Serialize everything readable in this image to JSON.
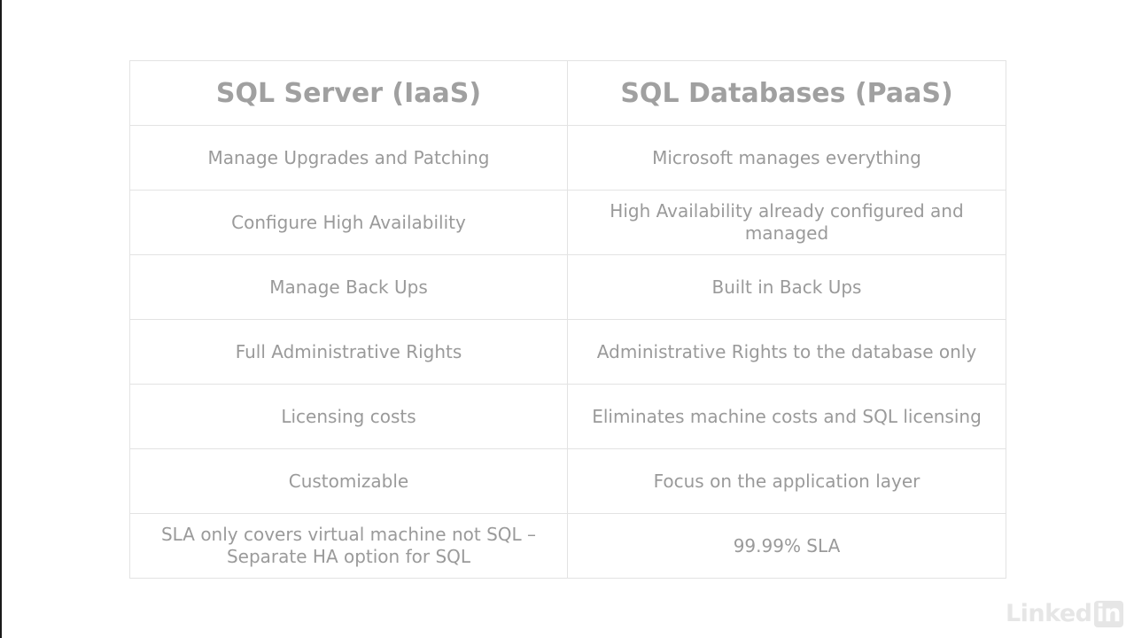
{
  "table": {
    "headers": [
      "SQL Server (IaaS)",
      "SQL Databases (PaaS)"
    ],
    "rows": [
      [
        "Manage Upgrades and Patching",
        "Microsoft manages everything"
      ],
      [
        "Configure High Availability",
        "High Availability already configured and managed"
      ],
      [
        "Manage Back Ups",
        "Built in Back Ups"
      ],
      [
        "Full Administrative Rights",
        "Administrative Rights to the database only"
      ],
      [
        "Licensing costs",
        "Eliminates machine costs and SQL licensing"
      ],
      [
        "Customizable",
        "Focus on the application layer"
      ],
      [
        "SLA only covers virtual machine not SQL – Separate HA option for SQL",
        "99.99% SLA"
      ]
    ]
  },
  "watermark": {
    "brand": "LinkedIn",
    "text": "Linked",
    "box_text": "in"
  }
}
